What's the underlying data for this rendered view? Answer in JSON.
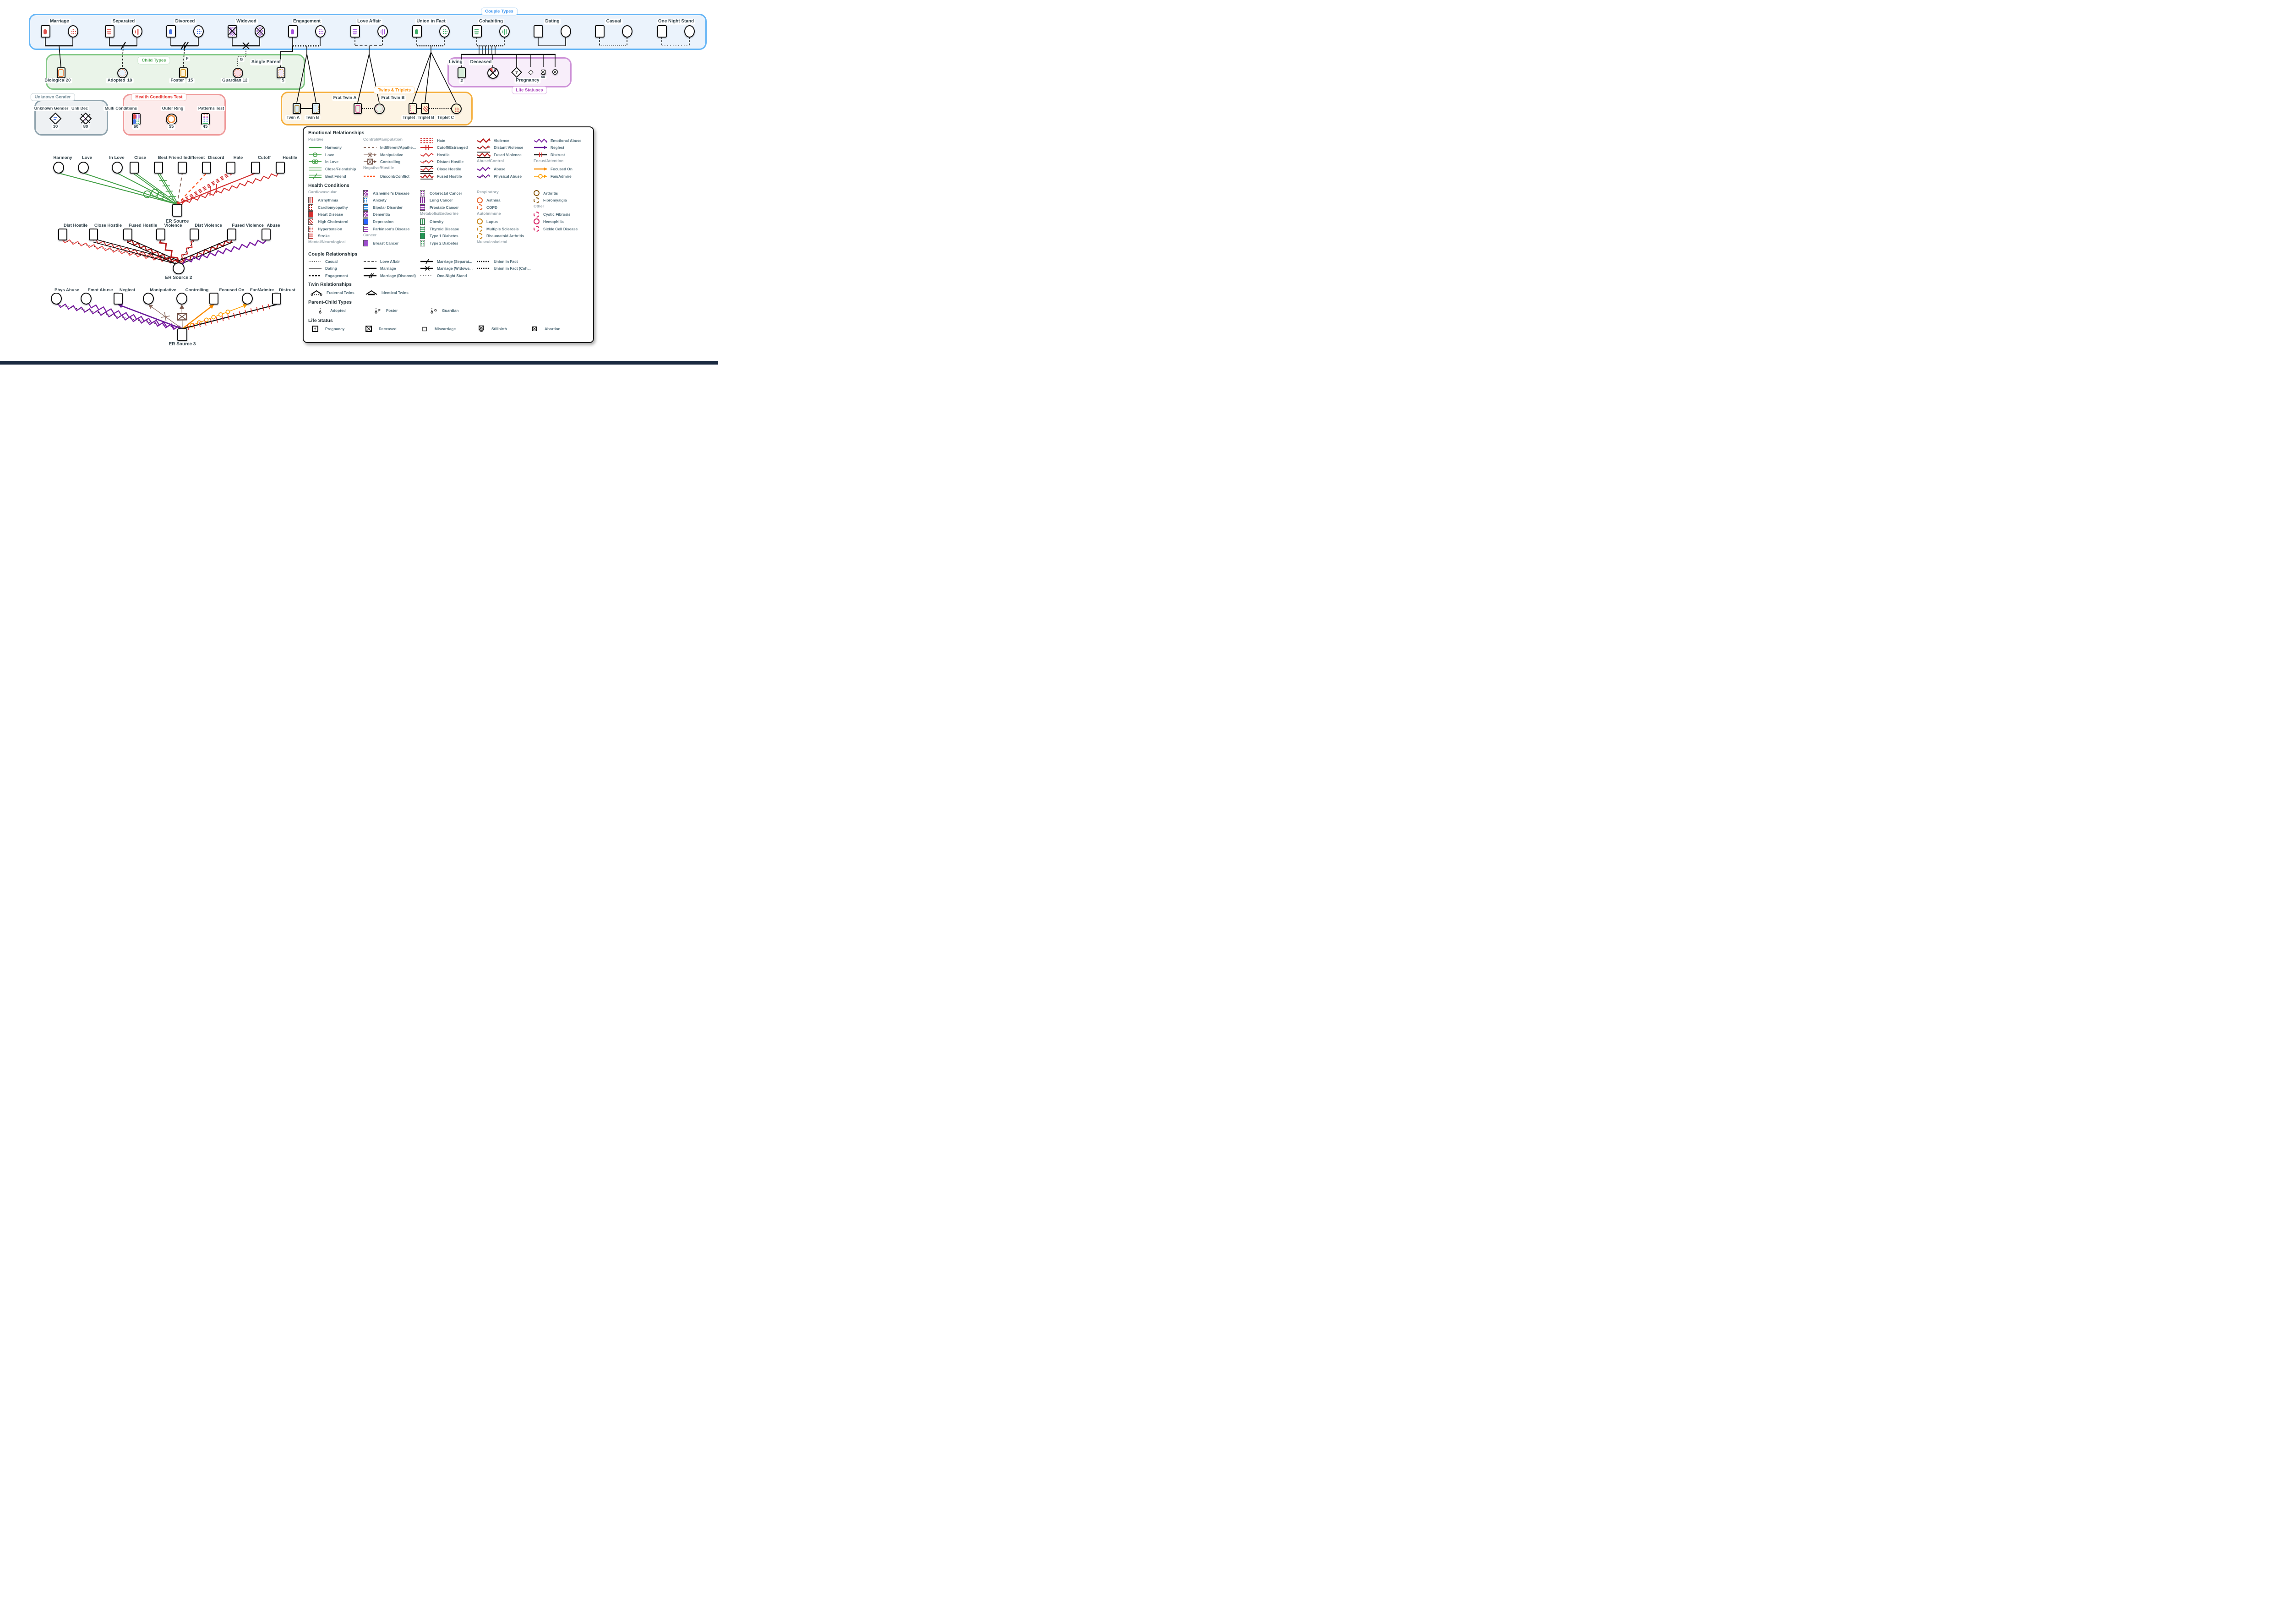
{
  "badges": {
    "couple_types": "Couple Types",
    "child_types": "Child Types",
    "life_statuses": "Life Statuses",
    "twins_triplets": "Twins & Triplets",
    "unknown_gender": "Unknown Gender",
    "health_test": "Health Conditions Test"
  },
  "couples": [
    {
      "label": "Marriage",
      "line": "marriage",
      "male": "red-rect",
      "female": "red-dots",
      "drop": "solid"
    },
    {
      "label": "Separated",
      "line": "separated",
      "male": "red-sh",
      "female": "red-sv",
      "drop": "solid"
    },
    {
      "label": "Divorced",
      "line": "divorced",
      "male": "blue-rect",
      "female": "blue-dots",
      "drop": "solid"
    },
    {
      "label": "Widowed",
      "line": "widowed",
      "male": "purple-hatch",
      "female": "purple-hatch",
      "drop": "solid"
    },
    {
      "label": "Engagement",
      "line": "engagement",
      "male": "purple-rect",
      "female": "purple-dots",
      "drop": "solid"
    },
    {
      "label": "Love Affair",
      "line": "loveaffair",
      "male": "purple-sh",
      "female": "purple-sv",
      "drop": "dashed"
    },
    {
      "label": "Union in Fact",
      "line": "unionfact",
      "male": "green-rect",
      "female": "green-dots",
      "drop": "dashed"
    },
    {
      "label": "Cohabiting",
      "line": "unionfact",
      "male": "green-sh",
      "female": "green-sv",
      "drop": "dashed"
    },
    {
      "label": "Dating",
      "line": "dating",
      "male": "none",
      "female": "none",
      "drop": "solid"
    },
    {
      "label": "Casual",
      "line": "casual",
      "male": "none",
      "female": "none",
      "drop": "dashed"
    },
    {
      "label": "One Night Stand",
      "line": "onenight",
      "male": "none",
      "female": "none",
      "drop": "dashed"
    }
  ],
  "children": {
    "single_parent_title": "Single Parent",
    "foster_marker": "F",
    "guardian_marker": "G",
    "items": [
      {
        "label": "Biological",
        "value": "20",
        "shape": "square",
        "fill": "bio"
      },
      {
        "label": "Adopted",
        "value": "18",
        "shape": "circle",
        "fill": "adopted"
      },
      {
        "label": "Foster",
        "value": "15",
        "shape": "square",
        "fill": "foster"
      },
      {
        "label": "Guardian",
        "value": "12",
        "shape": "circle",
        "fill": "guardian"
      },
      {
        "label": "",
        "value": "5",
        "shape": "square",
        "fill": "single"
      }
    ]
  },
  "life_box": {
    "living_label": "Living",
    "deceased_label": "Deceased",
    "pregnancy_label": "Pregnancy",
    "living_value": "2",
    "stillbirth_marker": "SB",
    "pregnancy_mark": "?"
  },
  "unknown_box": {
    "items": [
      {
        "label": "Unknown Gender",
        "value": "30"
      },
      {
        "label": "Unk Dec",
        "value": "80"
      }
    ]
  },
  "health_box": {
    "items": [
      {
        "label": "Multi Conditions",
        "value": "60"
      },
      {
        "label": "Outer Ring",
        "value": "55"
      },
      {
        "label": "Patterns Test",
        "value": "45"
      }
    ]
  },
  "twins_box": {
    "twin_a": "Twin A",
    "twin_b": "Twin B",
    "frat_a": "Frat Twin A",
    "frat_b": "Frat Twin B",
    "trip_a": "Triplet A",
    "trip_b": "Triplet B",
    "trip_c": "Triplet C"
  },
  "er": [
    {
      "source": "ER Source",
      "source_shape": "square",
      "targets": [
        {
          "label": "Harmony",
          "shape": "circle",
          "line": "harmony"
        },
        {
          "label": "Love",
          "shape": "circle",
          "line": "love"
        },
        {
          "label": "In Love",
          "shape": "circle",
          "line": "inlove"
        },
        {
          "label": "Close",
          "shape": "square",
          "line": "close"
        },
        {
          "label": "Best Friend",
          "shape": "square",
          "line": "bestfriend"
        },
        {
          "label": "Indifferent",
          "shape": "square",
          "line": "indifferent"
        },
        {
          "label": "Discord",
          "shape": "square",
          "line": "discord"
        },
        {
          "label": "Hate",
          "shape": "square",
          "line": "hate"
        },
        {
          "label": "Cutoff",
          "shape": "square",
          "line": "cutoff"
        },
        {
          "label": "Hostile",
          "shape": "square",
          "line": "hostile"
        }
      ]
    },
    {
      "source": "ER Source 2",
      "source_shape": "circle",
      "targets": [
        {
          "label": "Dist Hostile",
          "shape": "square",
          "line": "disthostile"
        },
        {
          "label": "Close Hostile",
          "shape": "square",
          "line": "closehostile"
        },
        {
          "label": "Fused Hostile",
          "shape": "square",
          "line": "fusedhostile"
        },
        {
          "label": "Violence",
          "shape": "square",
          "line": "violence"
        },
        {
          "label": "Dist Violence",
          "shape": "square",
          "line": "distviolence"
        },
        {
          "label": "Fused Violence",
          "shape": "square",
          "line": "fusedviolence"
        },
        {
          "label": "Abuse",
          "shape": "square",
          "line": "abuse"
        }
      ]
    },
    {
      "source": "ER Source 3",
      "source_shape": "square",
      "targets": [
        {
          "label": "Phys Abuse",
          "shape": "circle",
          "line": "physabuse"
        },
        {
          "label": "Emot Abuse",
          "shape": "circle",
          "line": "emotabuse"
        },
        {
          "label": "Neglect",
          "shape": "square",
          "line": "neglect"
        },
        {
          "label": "Manipulative",
          "shape": "circle",
          "line": "manipulative"
        },
        {
          "label": "Controlling",
          "shape": "circle",
          "line": "controlling"
        },
        {
          "label": "Focused On",
          "shape": "square",
          "line": "focused"
        },
        {
          "label": "Fan/Admire",
          "shape": "circle",
          "line": "fanadmire"
        },
        {
          "label": "Distrust",
          "shape": "square",
          "line": "distrust"
        }
      ]
    }
  ],
  "legend": {
    "er_title": "Emotional Relationships",
    "er_cols": [
      [
        {
          "t": "s",
          "label": "Positive"
        },
        {
          "t": "i",
          "sym": "harmony",
          "label": "Harmony"
        },
        {
          "t": "i",
          "sym": "love",
          "label": "Love"
        },
        {
          "t": "i",
          "sym": "inlove",
          "label": "In Love"
        },
        {
          "t": "i",
          "sym": "close",
          "label": "Close/Friendship"
        },
        {
          "t": "i",
          "sym": "bestfriend",
          "label": "Best Friend"
        }
      ],
      [
        {
          "t": "s",
          "label": "Control/Manipulation"
        },
        {
          "t": "i",
          "sym": "indifferent",
          "label": "Indifferent/Apathe..."
        },
        {
          "t": "i",
          "sym": "manipulative",
          "label": "Manipulative"
        },
        {
          "t": "i",
          "sym": "controlling",
          "label": "Controlling"
        },
        {
          "t": "s",
          "label": "Negative/Hostile"
        },
        {
          "t": "i",
          "sym": "discord",
          "label": "Discord/Conflict"
        }
      ],
      [
        {
          "t": "i",
          "sym": "hate",
          "label": "Hate"
        },
        {
          "t": "i",
          "sym": "cutoff",
          "label": "Cutoff/Estranged"
        },
        {
          "t": "i",
          "sym": "hostile",
          "label": "Hostile"
        },
        {
          "t": "i",
          "sym": "disthostile",
          "label": "Distant Hostile"
        },
        {
          "t": "i",
          "sym": "closehostile",
          "label": "Close Hostile"
        },
        {
          "t": "i",
          "sym": "fusedhostile",
          "label": "Fused Hostile"
        }
      ],
      [
        {
          "t": "i",
          "sym": "violence",
          "label": "Violence"
        },
        {
          "t": "i",
          "sym": "distviolence",
          "label": "Distant Violence"
        },
        {
          "t": "i",
          "sym": "fusedviolence",
          "label": "Fused Violence"
        },
        {
          "t": "s",
          "label": "Abuse/Control"
        },
        {
          "t": "i",
          "sym": "abuse",
          "label": "Abuse"
        },
        {
          "t": "i",
          "sym": "physabuse",
          "label": "Physical Abuse"
        }
      ],
      [
        {
          "t": "i",
          "sym": "emotabuse",
          "label": "Emotional Abuse"
        },
        {
          "t": "i",
          "sym": "neglect",
          "label": "Neglect"
        },
        {
          "t": "i",
          "sym": "distrust",
          "label": "Distrust"
        },
        {
          "t": "s",
          "label": "Focus/Attention"
        },
        {
          "t": "i",
          "sym": "focused",
          "label": "Focused On"
        },
        {
          "t": "i",
          "sym": "fanadmire",
          "label": "Fan/Admire"
        }
      ]
    ],
    "hc_title": "Health Conditions",
    "hc_cols": [
      [
        {
          "t": "s",
          "label": "Cardiovascular"
        },
        {
          "t": "w",
          "pat": "sv",
          "c": "#c62828",
          "label": "Arrhythmia"
        },
        {
          "t": "w",
          "pat": "dots",
          "c": "#c62828",
          "label": "Cardiomyopathy"
        },
        {
          "t": "w",
          "pat": "solid",
          "c": "#d32f2f",
          "label": "Heart Disease"
        },
        {
          "t": "w",
          "pat": "sd",
          "c": "#c62828",
          "label": "High Cholesterol"
        },
        {
          "t": "w",
          "pat": "dots2",
          "c": "#c62828",
          "label": "Hypertension"
        },
        {
          "t": "w",
          "pat": "sh",
          "c": "#d32f2f",
          "label": "Stroke"
        },
        {
          "t": "s",
          "label": "Mental/Neurological"
        }
      ],
      [
        {
          "t": "w",
          "pat": "diam",
          "c": "#8e24a0",
          "label": "Alzheimer's Disease"
        },
        {
          "t": "w",
          "pat": "dots",
          "c": "#1e88e5",
          "label": "Anxiety"
        },
        {
          "t": "w",
          "pat": "sh",
          "c": "#1e88e5",
          "label": "Bipolar Disorder"
        },
        {
          "t": "w",
          "pat": "diam",
          "c": "#9c27b0",
          "label": "Dementia"
        },
        {
          "t": "w",
          "pat": "solid",
          "c": "#2962ff",
          "label": "Depression"
        },
        {
          "t": "w",
          "pat": "waves",
          "c": "#8e24aa",
          "label": "Parkinson's Disease"
        },
        {
          "t": "s",
          "label": "Cancer"
        },
        {
          "t": "w",
          "pat": "solid",
          "c": "#9c4dcc",
          "label": "Breast Cancer"
        }
      ],
      [
        {
          "t": "w",
          "pat": "dots",
          "c": "#8e24aa",
          "label": "Colorectal Cancer"
        },
        {
          "t": "w",
          "pat": "sv",
          "c": "#8e24aa",
          "label": "Lung Cancer"
        },
        {
          "t": "w",
          "pat": "sh",
          "c": "#8e24aa",
          "label": "Prostate Cancer"
        },
        {
          "t": "s",
          "label": "Metabolic/Endocrine"
        },
        {
          "t": "w",
          "pat": "sv",
          "c": "#2e9e57",
          "label": "Obesity"
        },
        {
          "t": "w",
          "pat": "sh",
          "c": "#2e9e57",
          "label": "Thyroid Disease"
        },
        {
          "t": "w",
          "pat": "solid",
          "c": "#219653",
          "label": "Type 1 Diabetes"
        },
        {
          "t": "w",
          "pat": "dots",
          "c": "#2e9e57",
          "label": "Type 2 Diabetes"
        }
      ],
      [
        {
          "t": "s",
          "label": "Respiratory"
        },
        {
          "t": "r",
          "c": "#e8642c",
          "dash": false,
          "label": "Asthma"
        },
        {
          "t": "r",
          "c": "#e8642c",
          "dash": true,
          "label": "COPD"
        },
        {
          "t": "s",
          "label": "Autoimmune"
        },
        {
          "t": "r",
          "c": "#c8871a",
          "dash": false,
          "label": "Lupus"
        },
        {
          "t": "r",
          "c": "#c8871a",
          "dash": true,
          "label": "Multiple Sclerosis"
        },
        {
          "t": "r",
          "c": "#c8871a",
          "dash": true,
          "label": "Rheumatoid Arthritis"
        },
        {
          "t": "s",
          "label": "Musculoskeletal"
        }
      ],
      [
        {
          "t": "r",
          "c": "#8a5a10",
          "dash": false,
          "label": "Arthritis"
        },
        {
          "t": "r",
          "c": "#8a5a10",
          "dash": true,
          "label": "Fibromyalgia"
        },
        {
          "t": "s",
          "label": "Other"
        },
        {
          "t": "r",
          "c": "#d81b60",
          "dash": true,
          "label": "Cystic Fibrosis"
        },
        {
          "t": "r",
          "c": "#d81b60",
          "dash": false,
          "label": "Hemophilia"
        },
        {
          "t": "r",
          "c": "#d81b60",
          "dash": true,
          "label": "Sickle Cell Disease"
        }
      ]
    ],
    "cr_title": "Couple Relationships",
    "cr_cols": [
      [
        {
          "t": "i",
          "sym": "casual",
          "label": "Casual"
        },
        {
          "t": "i",
          "sym": "dating",
          "label": "Dating"
        },
        {
          "t": "i",
          "sym": "engagement",
          "label": "Engagement"
        }
      ],
      [
        {
          "t": "i",
          "sym": "loveaffair",
          "label": "Love Affair"
        },
        {
          "t": "i",
          "sym": "marriage",
          "label": "Marriage"
        },
        {
          "t": "i",
          "sym": "divorced",
          "label": "Marriage (Divorced)"
        }
      ],
      [
        {
          "t": "i",
          "sym": "separated",
          "label": "Marriage (Separat..."
        },
        {
          "t": "i",
          "sym": "widowed",
          "label": "Marriage (Widowe..."
        },
        {
          "t": "i",
          "sym": "onenight",
          "label": "One-Night Stand"
        }
      ],
      [
        {
          "t": "i",
          "sym": "unionfact",
          "label": "Union in Fact"
        },
        {
          "t": "i",
          "sym": "unionfact",
          "label": "Union in Fact (Coh..."
        }
      ]
    ],
    "tr_title": "Twin Relationships",
    "tr_items": [
      {
        "sym": "fraternal",
        "label": "Fraternal Twins"
      },
      {
        "sym": "identical",
        "label": "Identical Twins"
      }
    ],
    "pc_title": "Parent-Child Types",
    "pc_items": [
      {
        "sym": "adopted",
        "label": "Adopted",
        "marker": ""
      },
      {
        "sym": "foster",
        "label": "Foster",
        "marker": "F"
      },
      {
        "sym": "guardian",
        "label": "Guardian",
        "marker": "G"
      }
    ],
    "ls_title": "Life Status",
    "ls_items": [
      {
        "sym": "pregnancyS",
        "label": "Pregnancy",
        "marker": "?"
      },
      {
        "sym": "deceasedS",
        "label": "Deceased",
        "marker": ""
      },
      {
        "sym": "miscarriageS",
        "label": "Miscarriage",
        "marker": ""
      },
      {
        "sym": "stillbirthS",
        "label": "Stillbirth",
        "marker": "SB"
      },
      {
        "sym": "abortionS",
        "label": "Abortion",
        "marker": ""
      }
    ]
  }
}
